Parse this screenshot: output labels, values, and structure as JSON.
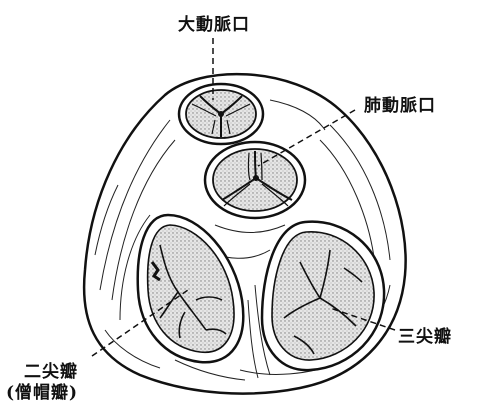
{
  "labels": {
    "aortic_orifice": "大動脈口",
    "pulmonary_orifice": "肺動脈口",
    "tricuspid_valve": "三尖瓣",
    "mitral_valve": "二尖瓣",
    "mitral_valve_alt": "(僧帽瓣)"
  },
  "colors": {
    "ink": "#111111",
    "stipple": "#d9d9d9",
    "background": "#ffffff"
  }
}
